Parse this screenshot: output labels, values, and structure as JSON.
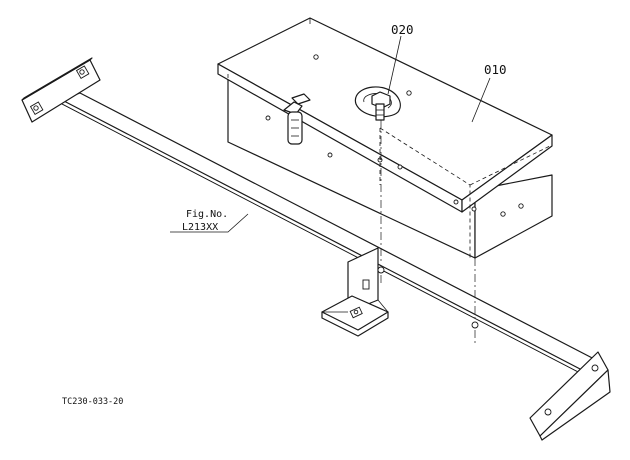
{
  "callouts": {
    "part_020": "020",
    "part_010": "010"
  },
  "figure_ref": {
    "line1": "Fig.No.",
    "line2": "L213XX"
  },
  "drawing_code": "TC230-033-20",
  "icons": [
    "toolbox",
    "latch",
    "wing-bolt",
    "mounting-bracket",
    "end-plate"
  ],
  "colors": {
    "line": "#1a1a1a",
    "background": "#ffffff"
  }
}
